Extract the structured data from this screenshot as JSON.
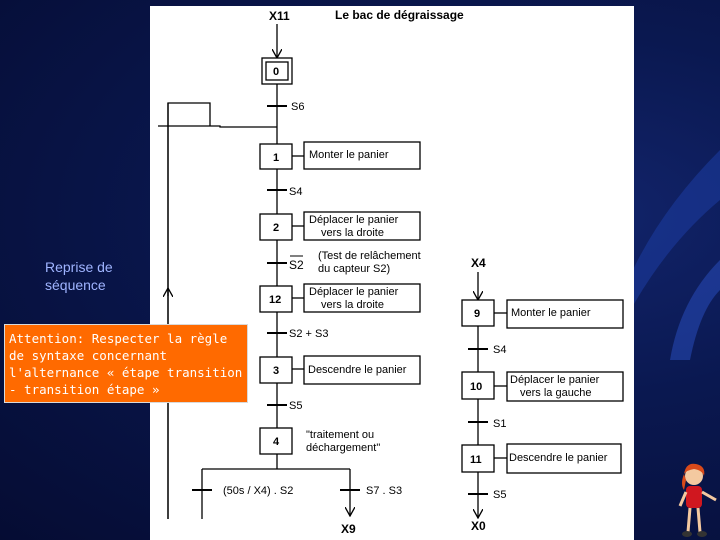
{
  "slide": {
    "title": "Le bac de dégraissage",
    "left_label": "Reprise de\nséquence",
    "warning_box": "Attention: Respecter la règle de syntaxe concernant l'alternance « étape transition - transition étape »"
  },
  "grafcet": {
    "main": {
      "entry_ref": "X11",
      "steps": [
        {
          "num": "0",
          "initial": true,
          "action": ""
        },
        {
          "num": "1",
          "action": "Monter le panier"
        },
        {
          "num": "2",
          "action": "Déplacer le panier\nvers la droite"
        },
        {
          "num": "12",
          "action": "Déplacer le panier\nvers la droite"
        },
        {
          "num": "3",
          "action": "Descendre le panier"
        },
        {
          "num": "4",
          "action": "\"traitement ou\ndéchargement\""
        }
      ],
      "transitions": [
        "S6",
        "S4",
        "S2",
        "S2 + S3"
      ],
      "transition_s5": "S5",
      "s2_comment": "(Test de relâchement\ndu capteur S2)",
      "divergence": {
        "left_condition": "(50s / X4) . S2",
        "right_condition": "S7 . S3",
        "right_target": "X9"
      }
    },
    "side": {
      "entry_ref": "X4",
      "steps": [
        {
          "num": "9",
          "action": "Monter le panier"
        },
        {
          "num": "10",
          "action": "Déplacer le panier\nvers la gauche"
        },
        {
          "num": "11",
          "action": "Descendre le panier"
        }
      ],
      "transitions": [
        "S4",
        "S1",
        "S5"
      ],
      "exit_ref": "X0"
    }
  },
  "colors": {
    "note_background": "#ff6a00",
    "left_label_color": "#9fb4ff",
    "background": "#0a1850"
  }
}
